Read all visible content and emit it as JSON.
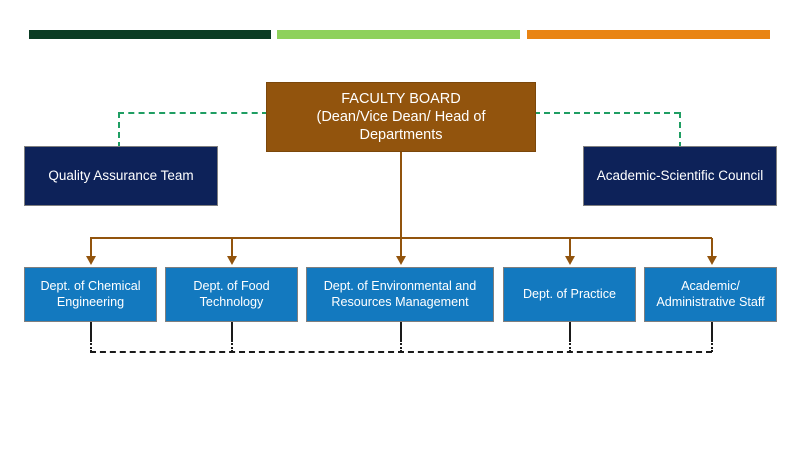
{
  "diagram": {
    "title": "Faculty organizational structure chart",
    "colors": {
      "brand_dark_green": "#0b3b23",
      "brand_light_green": "#8ed15b",
      "brand_orange": "#e98413",
      "board_brown": "#92540d",
      "council_navy": "#0d2259",
      "department_blue": "#1379bf",
      "dashed_green": "#1f9e63",
      "dashdot_black": "#1a1a1a"
    },
    "top_bars": [
      {
        "name": "dark-green-bar",
        "color": "#0b3b23"
      },
      {
        "name": "light-green-bar",
        "color": "#8ed15b"
      },
      {
        "name": "orange-bar",
        "color": "#e98413"
      }
    ],
    "board": {
      "line1": "FACULTY BOARD",
      "line2": "(Dean/Vice Dean/ Head of Departments"
    },
    "advisory": {
      "left": "Quality Assurance Team",
      "right": "Academic-Scientific Council"
    },
    "departments": [
      {
        "line1": "Dept. of Chemical",
        "line2": "Engineering"
      },
      {
        "line1": "Dept. of Food",
        "line2": "Technology"
      },
      {
        "line1": "Dept. of Environmental and",
        "line2": "Resources Management"
      },
      {
        "line1": "Dept. of Practice",
        "line2": ""
      },
      {
        "line1": "Academic/",
        "line2": "Administrative Staff"
      }
    ]
  }
}
